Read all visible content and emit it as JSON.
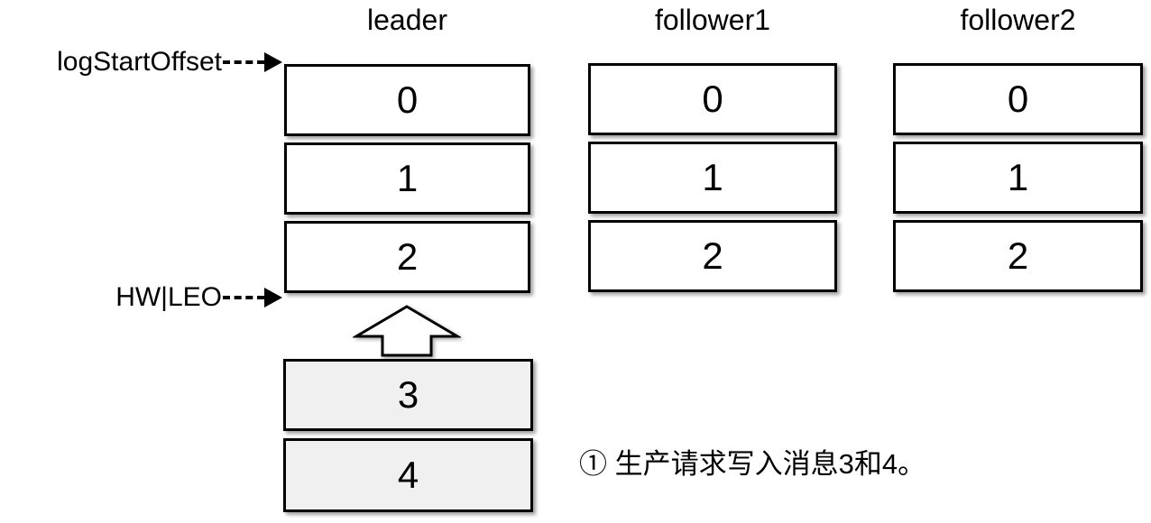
{
  "diagram": {
    "columns": [
      {
        "id": "leader",
        "label": "leader",
        "cells": [
          "0",
          "1",
          "2"
        ]
      },
      {
        "id": "follower1",
        "label": "follower1",
        "cells": [
          "0",
          "1",
          "2"
        ]
      },
      {
        "id": "follower2",
        "label": "follower2",
        "cells": [
          "0",
          "1",
          "2"
        ]
      }
    ],
    "incoming_messages": {
      "cells": [
        "3",
        "4"
      ]
    },
    "markers": {
      "log_start_offset": {
        "label": "logStartOffset"
      },
      "hw_leo": {
        "label": "HW|LEO"
      }
    },
    "caption": "① 生产请求写入消息3和4。",
    "colors": {
      "background": "#ffffff",
      "box_fill": "#ffffff",
      "incoming_fill": "#f0f0f0",
      "border": "#000000",
      "text": "#000000"
    }
  }
}
